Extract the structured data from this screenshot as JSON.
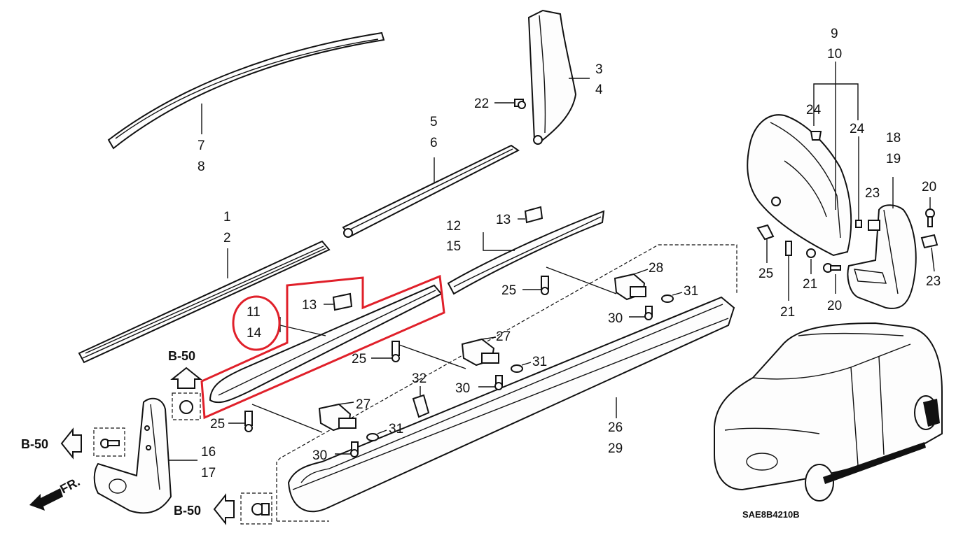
{
  "diagram": {
    "callouts": [
      {
        "id": "c7",
        "text": "7"
      },
      {
        "id": "c8",
        "text": "8"
      },
      {
        "id": "c3",
        "text": "3"
      },
      {
        "id": "c4",
        "text": "4"
      },
      {
        "id": "c22",
        "text": "22"
      },
      {
        "id": "c5",
        "text": "5"
      },
      {
        "id": "c6",
        "text": "6"
      },
      {
        "id": "c1",
        "text": "1"
      },
      {
        "id": "c2",
        "text": "2"
      },
      {
        "id": "c12",
        "text": "12"
      },
      {
        "id": "c15",
        "text": "15"
      },
      {
        "id": "c13a",
        "text": "13"
      },
      {
        "id": "c13b",
        "text": "13"
      },
      {
        "id": "c11",
        "text": "11"
      },
      {
        "id": "c14",
        "text": "14"
      },
      {
        "id": "c28",
        "text": "28"
      },
      {
        "id": "c25a",
        "text": "25"
      },
      {
        "id": "c31a",
        "text": "31"
      },
      {
        "id": "c30a",
        "text": "30"
      },
      {
        "id": "c27a",
        "text": "27"
      },
      {
        "id": "c25b",
        "text": "25"
      },
      {
        "id": "c31b",
        "text": "31"
      },
      {
        "id": "c30b",
        "text": "30"
      },
      {
        "id": "c32",
        "text": "32"
      },
      {
        "id": "c27b",
        "text": "27"
      },
      {
        "id": "c25c",
        "text": "25"
      },
      {
        "id": "c31c",
        "text": "31"
      },
      {
        "id": "c30c",
        "text": "30"
      },
      {
        "id": "c26",
        "text": "26"
      },
      {
        "id": "c29",
        "text": "29"
      },
      {
        "id": "c16",
        "text": "16"
      },
      {
        "id": "c17",
        "text": "17"
      },
      {
        "id": "c9",
        "text": "9"
      },
      {
        "id": "c10",
        "text": "10"
      },
      {
        "id": "c24a",
        "text": "24"
      },
      {
        "id": "c24b",
        "text": "24"
      },
      {
        "id": "c18",
        "text": "18"
      },
      {
        "id": "c19",
        "text": "19"
      },
      {
        "id": "c20a",
        "text": "20"
      },
      {
        "id": "c23a",
        "text": "23"
      },
      {
        "id": "c23b",
        "text": "23"
      },
      {
        "id": "c25d",
        "text": "25"
      },
      {
        "id": "c21a",
        "text": "21"
      },
      {
        "id": "c20b",
        "text": "20"
      },
      {
        "id": "c21b",
        "text": "21"
      }
    ],
    "refs": [
      {
        "id": "b50a",
        "text": "B-50"
      },
      {
        "id": "b50b",
        "text": "B-50"
      },
      {
        "id": "b50c",
        "text": "B-50"
      }
    ],
    "front_label": "FR.",
    "diagram_code": "SAE8B4210B",
    "highlight_color": "#e0202a"
  }
}
